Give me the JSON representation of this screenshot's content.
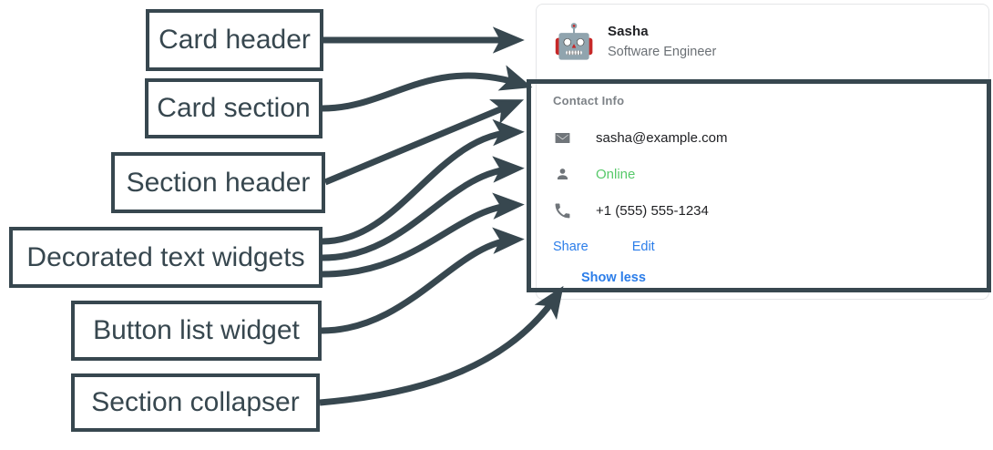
{
  "annotations": {
    "labels": [
      {
        "id": "card-header",
        "text": "Card header"
      },
      {
        "id": "card-section",
        "text": "Card section"
      },
      {
        "id": "section-header",
        "text": "Section header"
      },
      {
        "id": "decorated-text-widgets",
        "text": "Decorated text widgets"
      },
      {
        "id": "button-list-widget",
        "text": "Button list widget"
      },
      {
        "id": "section-collapser",
        "text": "Section collapser"
      }
    ],
    "stroke_color": "#37474f"
  },
  "card": {
    "header": {
      "avatar_icon": "robot-avatar",
      "avatar_glyph": "🤖",
      "title": "Sasha",
      "subtitle": "Software Engineer"
    },
    "section": {
      "header": "Contact Info",
      "rows": [
        {
          "icon": "email-icon",
          "text": "sasha@example.com",
          "status": false
        },
        {
          "icon": "person-icon",
          "text": "Online",
          "status": true
        },
        {
          "icon": "phone-icon",
          "text": "+1 (555) 555-1234",
          "status": false
        }
      ],
      "buttons": [
        {
          "label": "Share"
        },
        {
          "label": "Edit"
        }
      ],
      "collapser": {
        "label": "Show less"
      }
    }
  },
  "colors": {
    "accent_link": "#2b7de9",
    "status_online": "#57c96a",
    "annotation": "#37474f",
    "muted_text": "#70757a"
  }
}
